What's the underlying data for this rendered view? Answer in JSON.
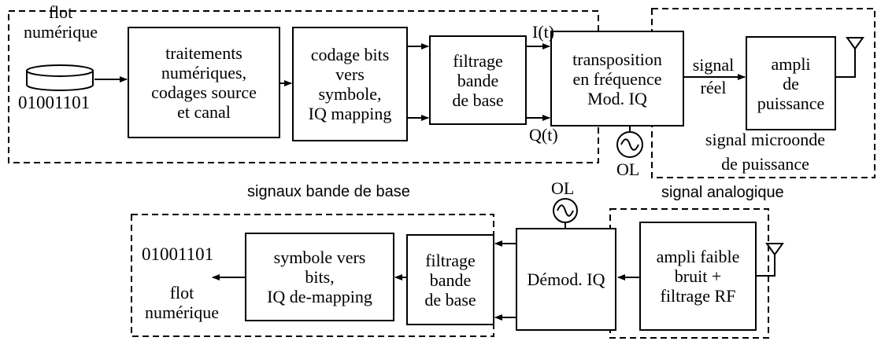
{
  "emitter": {
    "source_label": [
      "flot",
      "numérique"
    ],
    "source_bits": "01001101",
    "block1": [
      "traitements",
      "numériques,",
      "codages source",
      "et canal"
    ],
    "block2": [
      "codage bits",
      "vers",
      "symbole,",
      "IQ mapping"
    ],
    "block3": [
      "filtrage",
      "bande",
      "de base"
    ],
    "i_label": "I(t)",
    "q_label": "Q(t)",
    "block4": [
      "transposition",
      "en fréquence",
      "Mod. IQ"
    ],
    "ol_label": "OL",
    "signal_label": [
      "signal",
      "réel"
    ],
    "block5": [
      "ampli",
      "de",
      "puissance"
    ],
    "microwave_label": [
      "signal microonde",
      "de puissance"
    ]
  },
  "region_labels": {
    "baseband": "signaux bande de base",
    "analog": "signal analogique"
  },
  "receiver": {
    "ol_label": "OL",
    "block1": [
      "ampli faible",
      "bruit +",
      "filtrage RF"
    ],
    "block2": [
      "Démod. IQ"
    ],
    "block3": [
      "filtrage",
      "bande",
      "de base"
    ],
    "block4": [
      "symbole vers",
      "bits,",
      "IQ de-mapping"
    ],
    "out_bits": "01001101",
    "out_label": [
      "flot",
      "numérique"
    ]
  }
}
